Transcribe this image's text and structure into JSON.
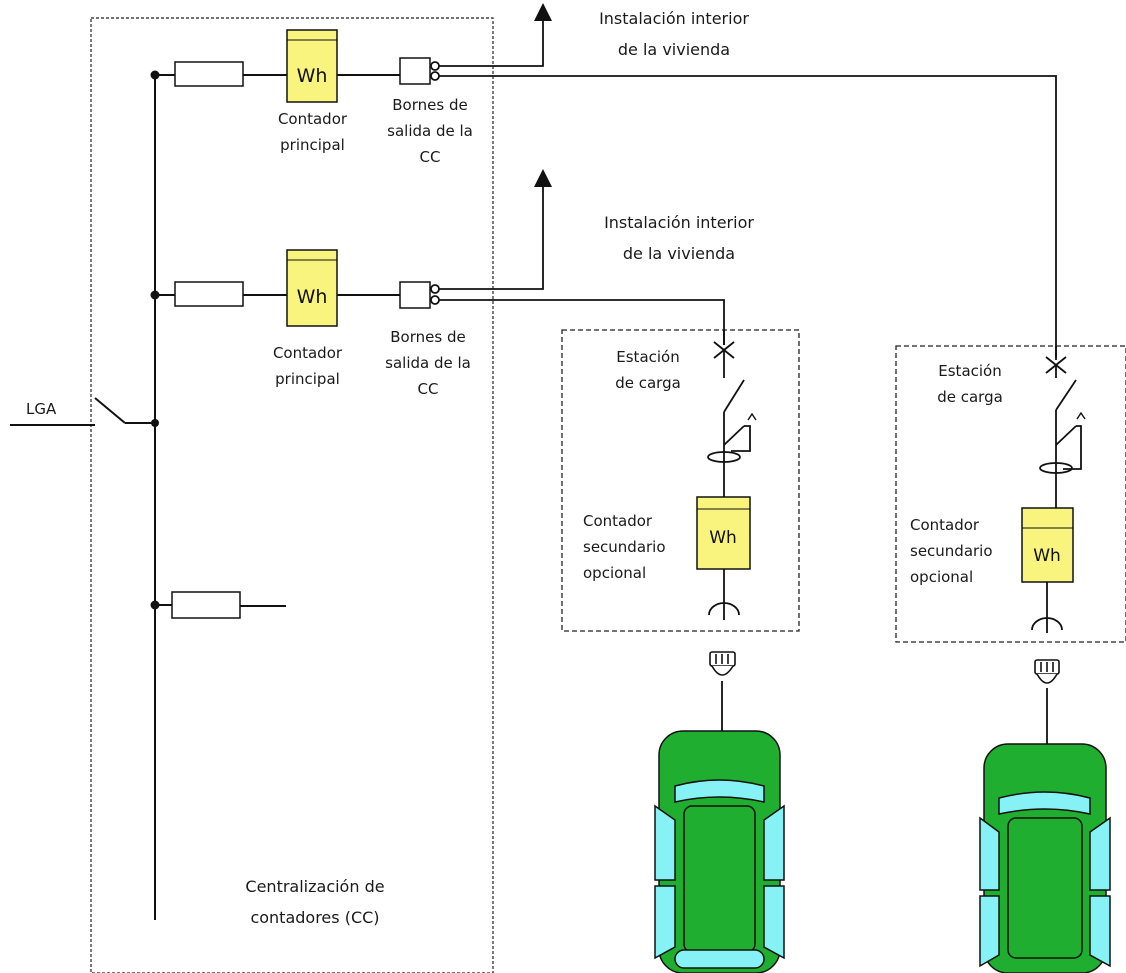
{
  "diagram": {
    "lga_label": "LGA",
    "meter_symbol": "Wh",
    "main_meter_lines": [
      "Contador",
      "principal"
    ],
    "terminals_lines": [
      "Bornes de",
      "salida de la",
      "CC"
    ],
    "interior_lines": [
      "Instalación interior",
      "de  la vivienda"
    ],
    "station_lines": [
      "Estación",
      "de carga"
    ],
    "secondary_meter_lines": [
      "Contador",
      "secundario",
      "opcional"
    ],
    "cc_lines": [
      "Centralización de",
      "contadores (CC)"
    ]
  },
  "colors": {
    "meter_fill": "#f9f47e",
    "car_body": "#1fae2f",
    "car_glass": "#86f2f6",
    "line": "#111111"
  }
}
